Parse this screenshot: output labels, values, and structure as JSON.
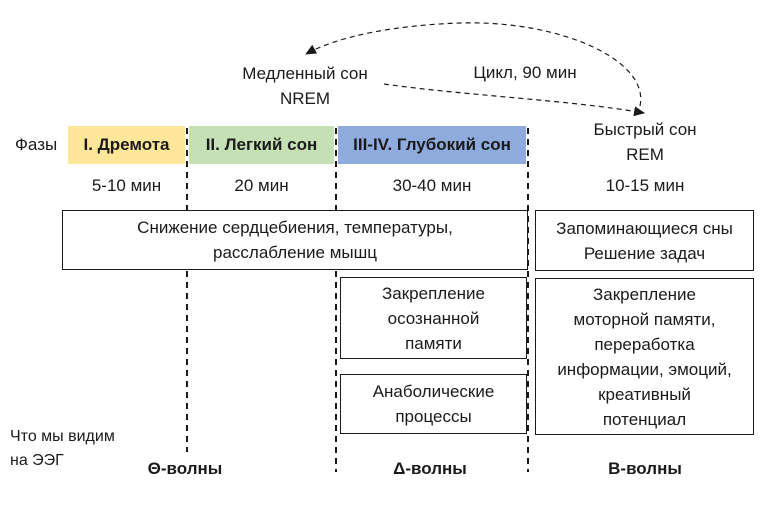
{
  "cycle": {
    "nrem_line1": "Медленный сон",
    "nrem_line2": "NREM",
    "cycle_label": "Цикл, 90 мин",
    "rem_line1": "Быстрый сон",
    "rem_line2": "REM"
  },
  "phases_label": "Фазы",
  "phases": [
    {
      "label": "I. Дремота",
      "color": "#ffe699",
      "duration": "5-10 мин"
    },
    {
      "label": "II. Легкий сон",
      "color": "#c5e0b4",
      "duration": "20 мин"
    },
    {
      "label": "III-IV. Глубокий сон",
      "color": "#8faadc",
      "duration": "30-40 мин"
    }
  ],
  "rem_duration": "10-15 мин",
  "boxes": {
    "nrem_common_line1": "Снижение сердцебиения, температуры,",
    "nrem_common_line2": "расслабление мышц",
    "rem_top_line1": "Запоминающиеся сны",
    "rem_top_line2": "Решение задач",
    "deep_memory_line1": "Закрепление",
    "deep_memory_line2": "осознанной",
    "deep_memory_line3": "памяти",
    "anabolic_line1": "Анаболические",
    "anabolic_line2": "процессы",
    "rem_memory_line1": "Закрепление",
    "rem_memory_line2": "моторной памяти,",
    "rem_memory_line3": "переработка",
    "rem_memory_line4": "информации, эмоций,",
    "rem_memory_line5": "креативный",
    "rem_memory_line6": "потенциал"
  },
  "eeg": {
    "label_line1": "Что мы видим",
    "label_line2": "на ЭЭГ",
    "theta": "Θ-волны",
    "delta": "Δ-волны",
    "beta": "В-волны"
  }
}
